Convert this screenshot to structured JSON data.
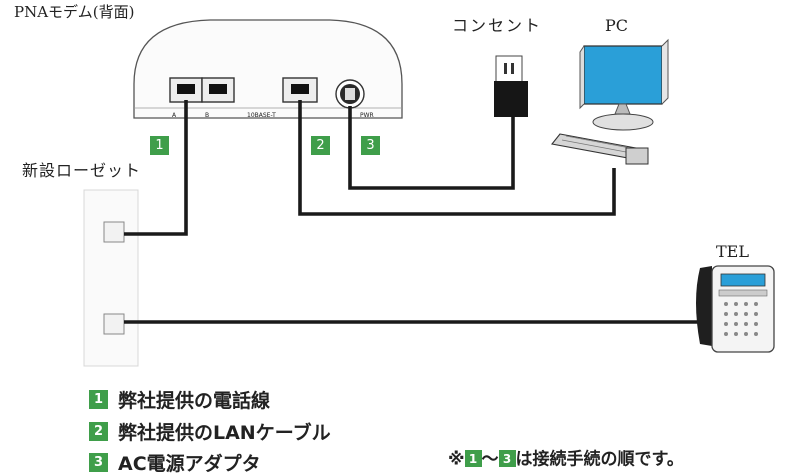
{
  "modem": {
    "title": "PNAモデム(背面)",
    "ports": {
      "a": "A",
      "b": "B",
      "base": "10BASE-T",
      "pwr": "PWR"
    }
  },
  "outlet_label": "コンセント",
  "pc_label": "PC",
  "rosette_label": "新設ローゼット",
  "tel_label": "TEL",
  "badges": {
    "one": "1",
    "two": "2",
    "three": "3"
  },
  "legend": [
    {
      "num": "1",
      "text": "弊社提供の電話線"
    },
    {
      "num": "2",
      "text": "弊社提供のLANケーブル"
    },
    {
      "num": "3",
      "text": "AC電源アダプタ"
    }
  ],
  "note": {
    "prefix": "※",
    "from": "1",
    "sep": "～",
    "to": "3",
    "suffix": "は接続手続の順です。"
  },
  "colors": {
    "badge": "#3f9e4a",
    "cable": "#1a1a1a",
    "screen": "#2a9fd8"
  }
}
